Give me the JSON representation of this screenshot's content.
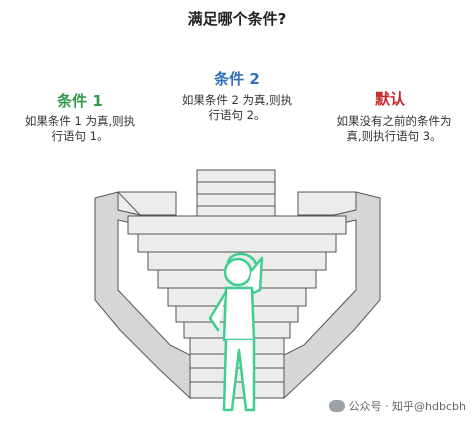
{
  "title": "满足哪个条件?",
  "options": [
    {
      "key": "c1",
      "title": "条件 1",
      "desc": [
        "如果条件 1 为真,则执",
        "行语句 1。"
      ],
      "color": "#2e9a4a"
    },
    {
      "key": "c2",
      "title": "条件 2",
      "desc": [
        "如果条件 2 为真,则执",
        "行语句 2。"
      ],
      "color": "#2f6fb8"
    },
    {
      "key": "def",
      "title": "默认",
      "desc": [
        "如果没有之前的条件为",
        "真,则执行语句 3。"
      ],
      "color": "#c62828"
    }
  ],
  "colors": {
    "figure": "#3ecf8e",
    "stairs_front": "#ececec",
    "stairs_side": "#cfcfcf",
    "stroke": "#555555"
  },
  "figure": {
    "icon": "thinking-person-icon"
  },
  "watermark": {
    "text": "公众号 · 知乎@hdbcbh"
  }
}
